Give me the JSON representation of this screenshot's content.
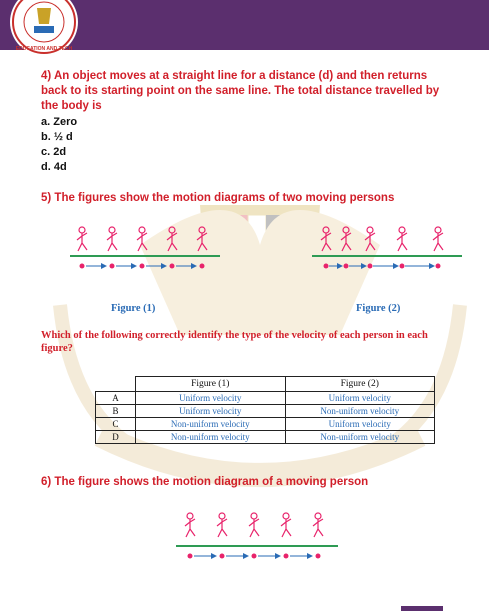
{
  "q4": {
    "text": "4) An object moves at a straight line for a distance (d) and then returns back to its starting point on the same line. The total distance travelled by the body is",
    "options": [
      "a. Zero",
      "b. ½ d",
      "c. 2d",
      "d. 4d"
    ]
  },
  "q5": {
    "text": "5) The figures show the motion diagrams of two moving persons",
    "figure1": "Figure (1)",
    "figure2": "Figure (2)",
    "question": "Which of the following correctly identify the type of the velocity of each person in each figure?",
    "table": {
      "headers": [
        "Figure (1)",
        "Figure (2)"
      ],
      "rows": [
        {
          "label": "A",
          "f1": "Uniform velocity",
          "f2": "Uniform velocity"
        },
        {
          "label": "B",
          "f1": "Uniform velocity",
          "f2": "Non-uniform velocity"
        },
        {
          "label": "C",
          "f1": "Non-uniform velocity",
          "f2": "Uniform velocity"
        },
        {
          "label": "D",
          "f1": "Non-uniform velocity",
          "f2": "Non-uniform velocity"
        }
      ]
    }
  },
  "q6": {
    "text": "6) The figure shows the motion diagram of a moving person"
  },
  "colors": {
    "header": "#5b2f6e",
    "question": "#d11f2a",
    "figure_caption": "#2a6bb5",
    "ground_line": "#2e9b54",
    "dot": "#e8236b",
    "arrow": "#2a6bb5",
    "stick_figure": "#e8236b"
  },
  "icons": {
    "logo": "ministry-of-education-seal-icon",
    "watermark": "egyptian-eagle-emblem-icon",
    "person": "walking-stick-figure-icon"
  }
}
